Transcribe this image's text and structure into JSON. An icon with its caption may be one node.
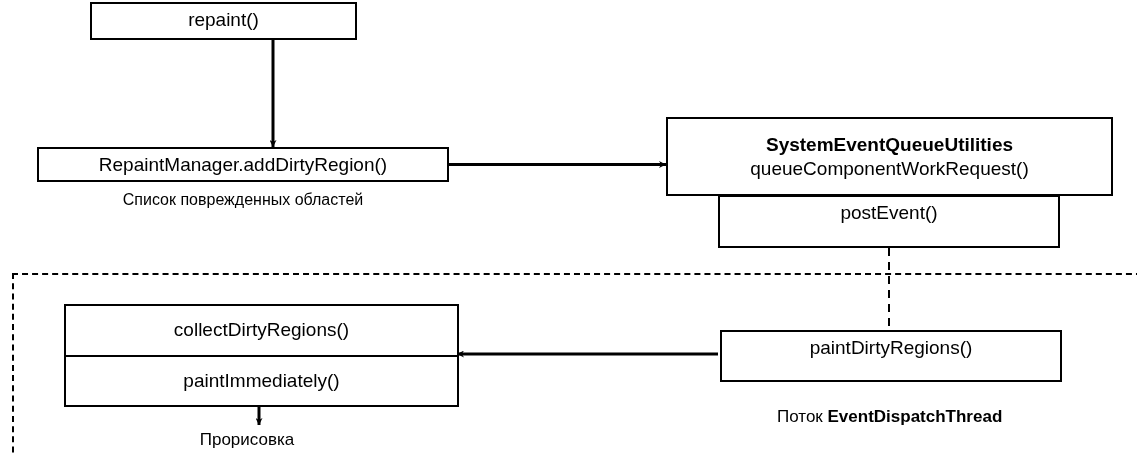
{
  "diagram": {
    "nodes": [
      {
        "text": [
          "repaint()"
        ]
      },
      {
        "text": [
          "RepaintManager.addDirtyRegion()"
        ],
        "beside": [
          "Список поврежденных областей"
        ]
      },
      {
        "text": [
          "SystemEventQueueUtilities",
          "queueComponentWorkRequest()"
        ]
      },
      {
        "text": [
          "postEvent()"
        ]
      },
      {
        "text": [
          "Поток **EventDispatchThread**"
        ]
      },
      {
        "text": [
          "collectDirtyRegions()",
          "paintImmediately()"
        ],
        "in": 4
      },
      {
        "text": [
          "paintDirtyRegions()"
        ],
        "in": 4
      },
      {
        "text": [
          "Прорисовка"
        ],
        "in": 4
      }
    ],
    "edges": [
      {
        "from": 0,
        "to": 1,
        "arrow": "to"
      },
      {
        "from": 1,
        "to": 2,
        "arrow": "to"
      },
      {
        "from": 3,
        "to": 6,
        "arrow": "none",
        "style": "dashed"
      },
      {
        "from": 6,
        "to": 5,
        "arrow": "to"
      },
      {
        "from": 5,
        "to": 7,
        "arrow": "to"
      }
    ]
  }
}
